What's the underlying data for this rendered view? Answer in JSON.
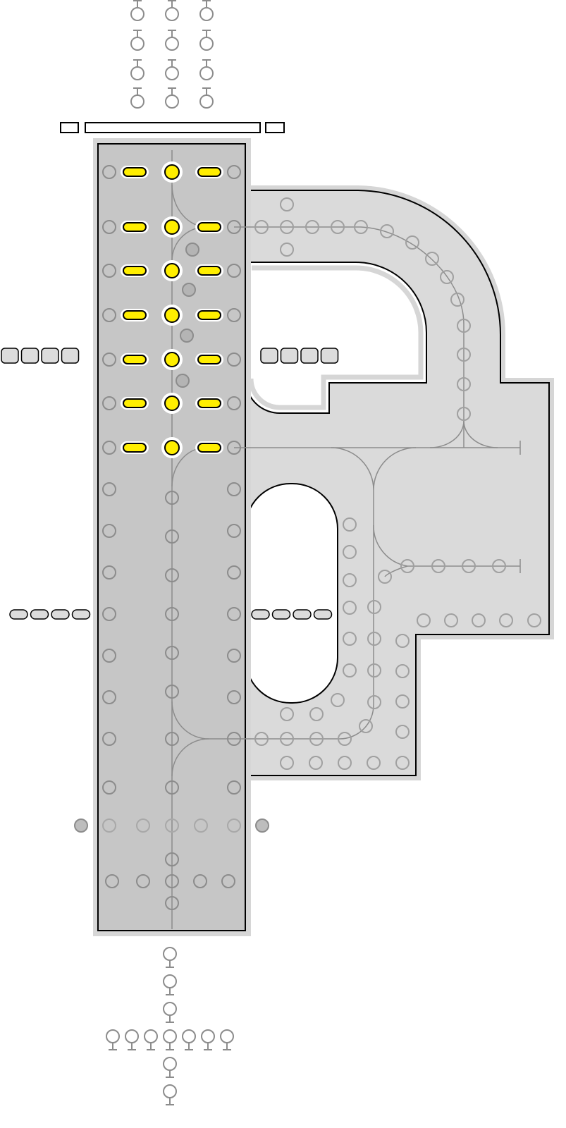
{
  "colors": {
    "background": "#ffffff",
    "runway_fill": "#c6c6c6",
    "taxiway_fill": "#dadada",
    "halo": "#d6d6d6",
    "outline": "#000000",
    "light_unlit": "#8c8c8c",
    "light_lit": "#ffee00",
    "centerline": "#8c8c8c",
    "sign_fill": "#dcdcdc"
  },
  "runway": {
    "lit_rows": 7,
    "lit_light_state": "on",
    "other_lights_state": "off"
  },
  "signs": {
    "square_groups": 2,
    "pill_groups": 2,
    "items_per_group": 4
  }
}
